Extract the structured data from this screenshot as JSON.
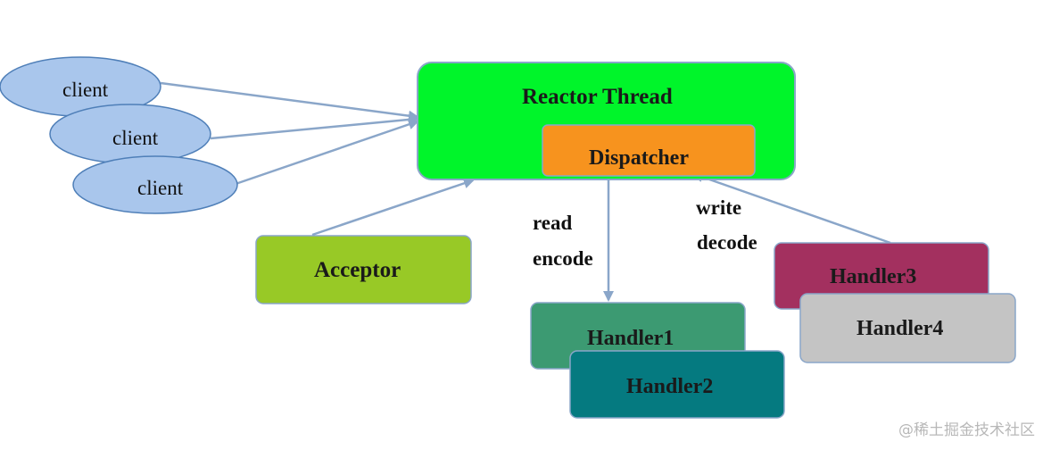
{
  "clients": [
    "client",
    "client",
    "client"
  ],
  "reactor": {
    "title": "Reactor Thread",
    "dispatcher": "Dispatcher"
  },
  "acceptor": "Acceptor",
  "read_labels": [
    "read",
    "encode"
  ],
  "write_labels": [
    "write",
    "decode"
  ],
  "handlers": [
    "Handler1",
    "Handler2",
    "Handler3",
    "Handler4"
  ],
  "watermark": "@稀土掘金技术社区",
  "colors": {
    "client_fill": "#a9c6ec",
    "client_stroke": "#4f7fb8",
    "reactor_fill": "#00f52a",
    "dispatcher_fill": "#f7931e",
    "acceptor_fill": "#98c926",
    "handler1_fill": "#3c9a72",
    "handler2_fill": "#057a80",
    "handler3_fill": "#a3305f",
    "handler4_fill": "#c4c4c4",
    "arrow": "#8aa6c9"
  }
}
